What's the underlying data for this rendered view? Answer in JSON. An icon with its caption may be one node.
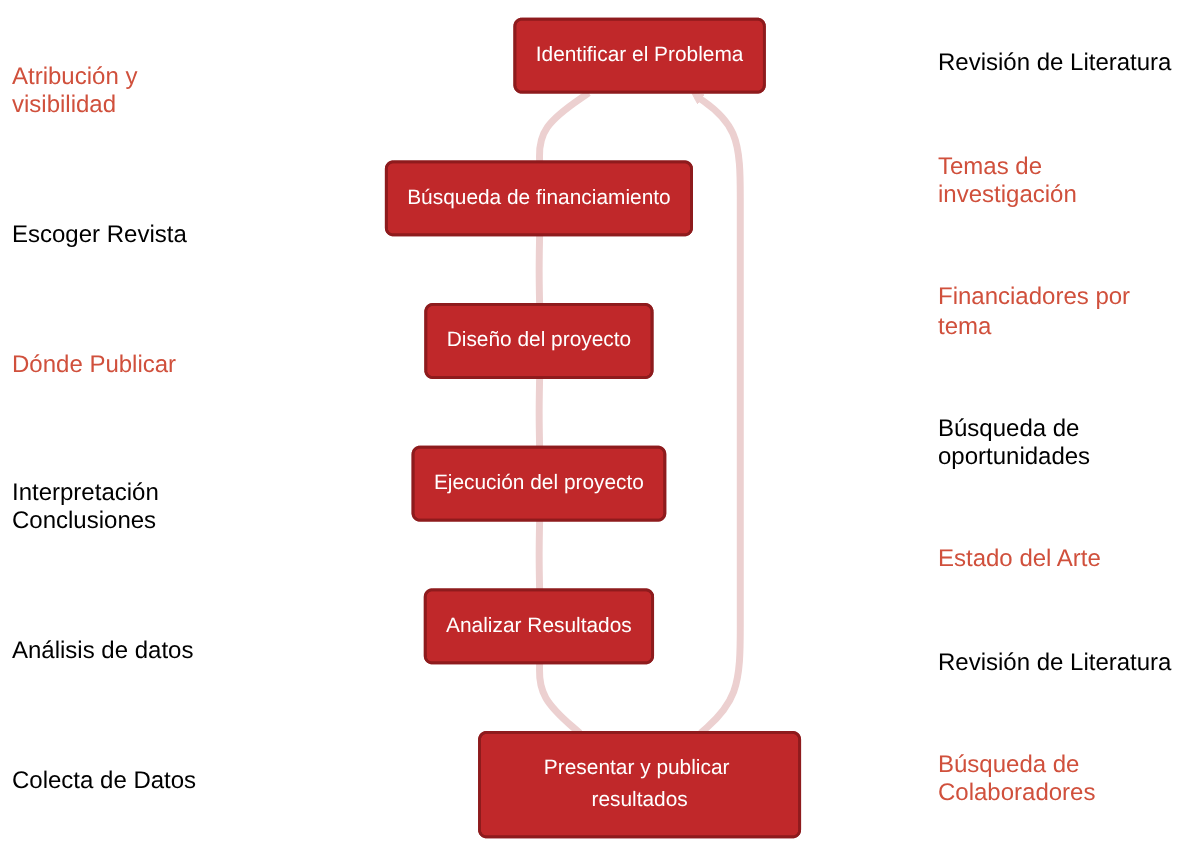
{
  "diagram": {
    "nodes": [
      {
        "text": [
          "Identificar el Problema"
        ]
      },
      {
        "text": [
          "Búsqueda de financiamiento"
        ]
      },
      {
        "text": [
          "Diseño del proyecto"
        ]
      },
      {
        "text": [
          "Ejecución del proyecto"
        ]
      },
      {
        "text": [
          "Analizar Resultados"
        ]
      },
      {
        "text": [
          "Presentar y publicar resultados"
        ]
      }
    ],
    "edges": [
      {
        "from": 0,
        "to": 1,
        "arrow": "none"
      },
      {
        "from": 1,
        "to": 2,
        "arrow": "none"
      },
      {
        "from": 2,
        "to": 3,
        "arrow": "none"
      },
      {
        "from": 3,
        "to": 4,
        "arrow": "none"
      },
      {
        "from": 4,
        "to": 5,
        "arrow": "none"
      },
      {
        "from": 5,
        "to": 0,
        "arrow": "to"
      }
    ],
    "labels": [
      "Atribución y visibilidad",
      "Revisión de Literatura",
      "Temas de investigación",
      "Escoger Revista",
      "Financiadores por tema",
      "Búsqueda de oportunidades",
      "Dónde Publicar",
      "Interpretación Conclusiones",
      "Análisis de datos",
      "Estado del Arte",
      "Colecta de Datos",
      "Revisión de Literatura",
      "Búsqueda de Colaboradores"
    ]
  }
}
